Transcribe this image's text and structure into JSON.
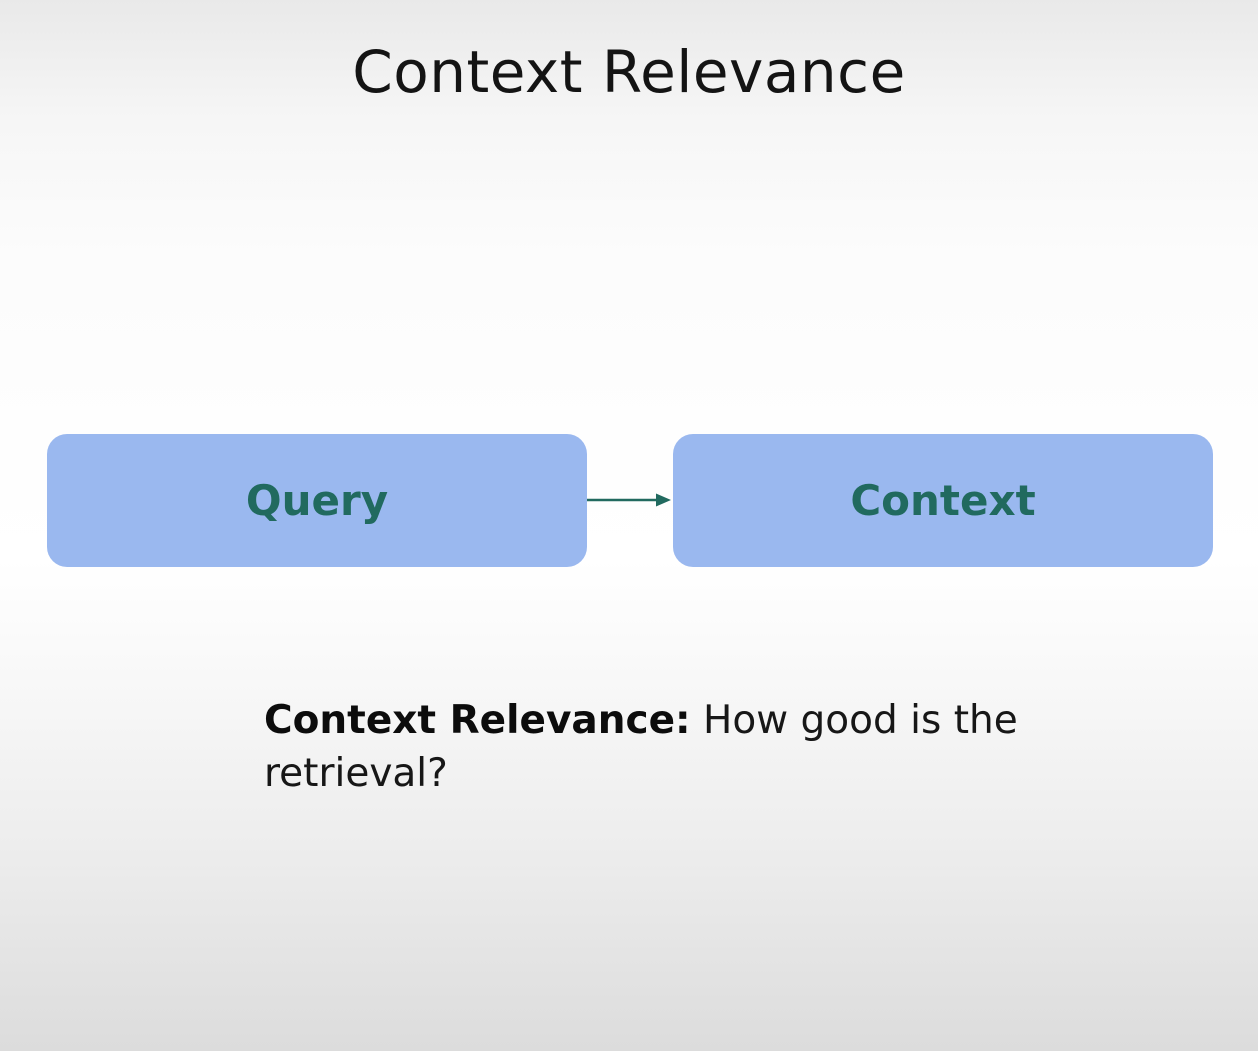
{
  "slide": {
    "title": "Context Relevance"
  },
  "diagram": {
    "nodes": [
      {
        "id": "query",
        "label": "Query"
      },
      {
        "id": "context",
        "label": "Context"
      }
    ],
    "edges": [
      {
        "from": "query",
        "to": "context"
      }
    ],
    "node_fill": "#9ab8ef",
    "node_text_color": "#216a5f",
    "arrow_color": "#216a5f"
  },
  "caption": {
    "term": "Context Relevance:",
    "description": "How good is the retrieval?"
  }
}
